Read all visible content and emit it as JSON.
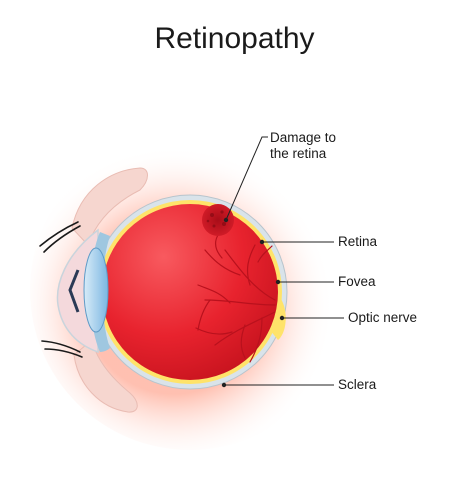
{
  "title": "Retinopathy",
  "labels": {
    "damage_line1": "Damage to",
    "damage_line2": "the retina",
    "retina": "Retina",
    "fovea": "Fovea",
    "optic_nerve": "Optic nerve",
    "sclera": "Sclera"
  },
  "colors": {
    "eyeball": "#e8232e",
    "retina": "#ffe36a",
    "damage": "#b8101c",
    "vessels": "#c81622",
    "glow": "#ffcfc0",
    "lens": "#8cc4ea",
    "leader_line": "#222222"
  }
}
